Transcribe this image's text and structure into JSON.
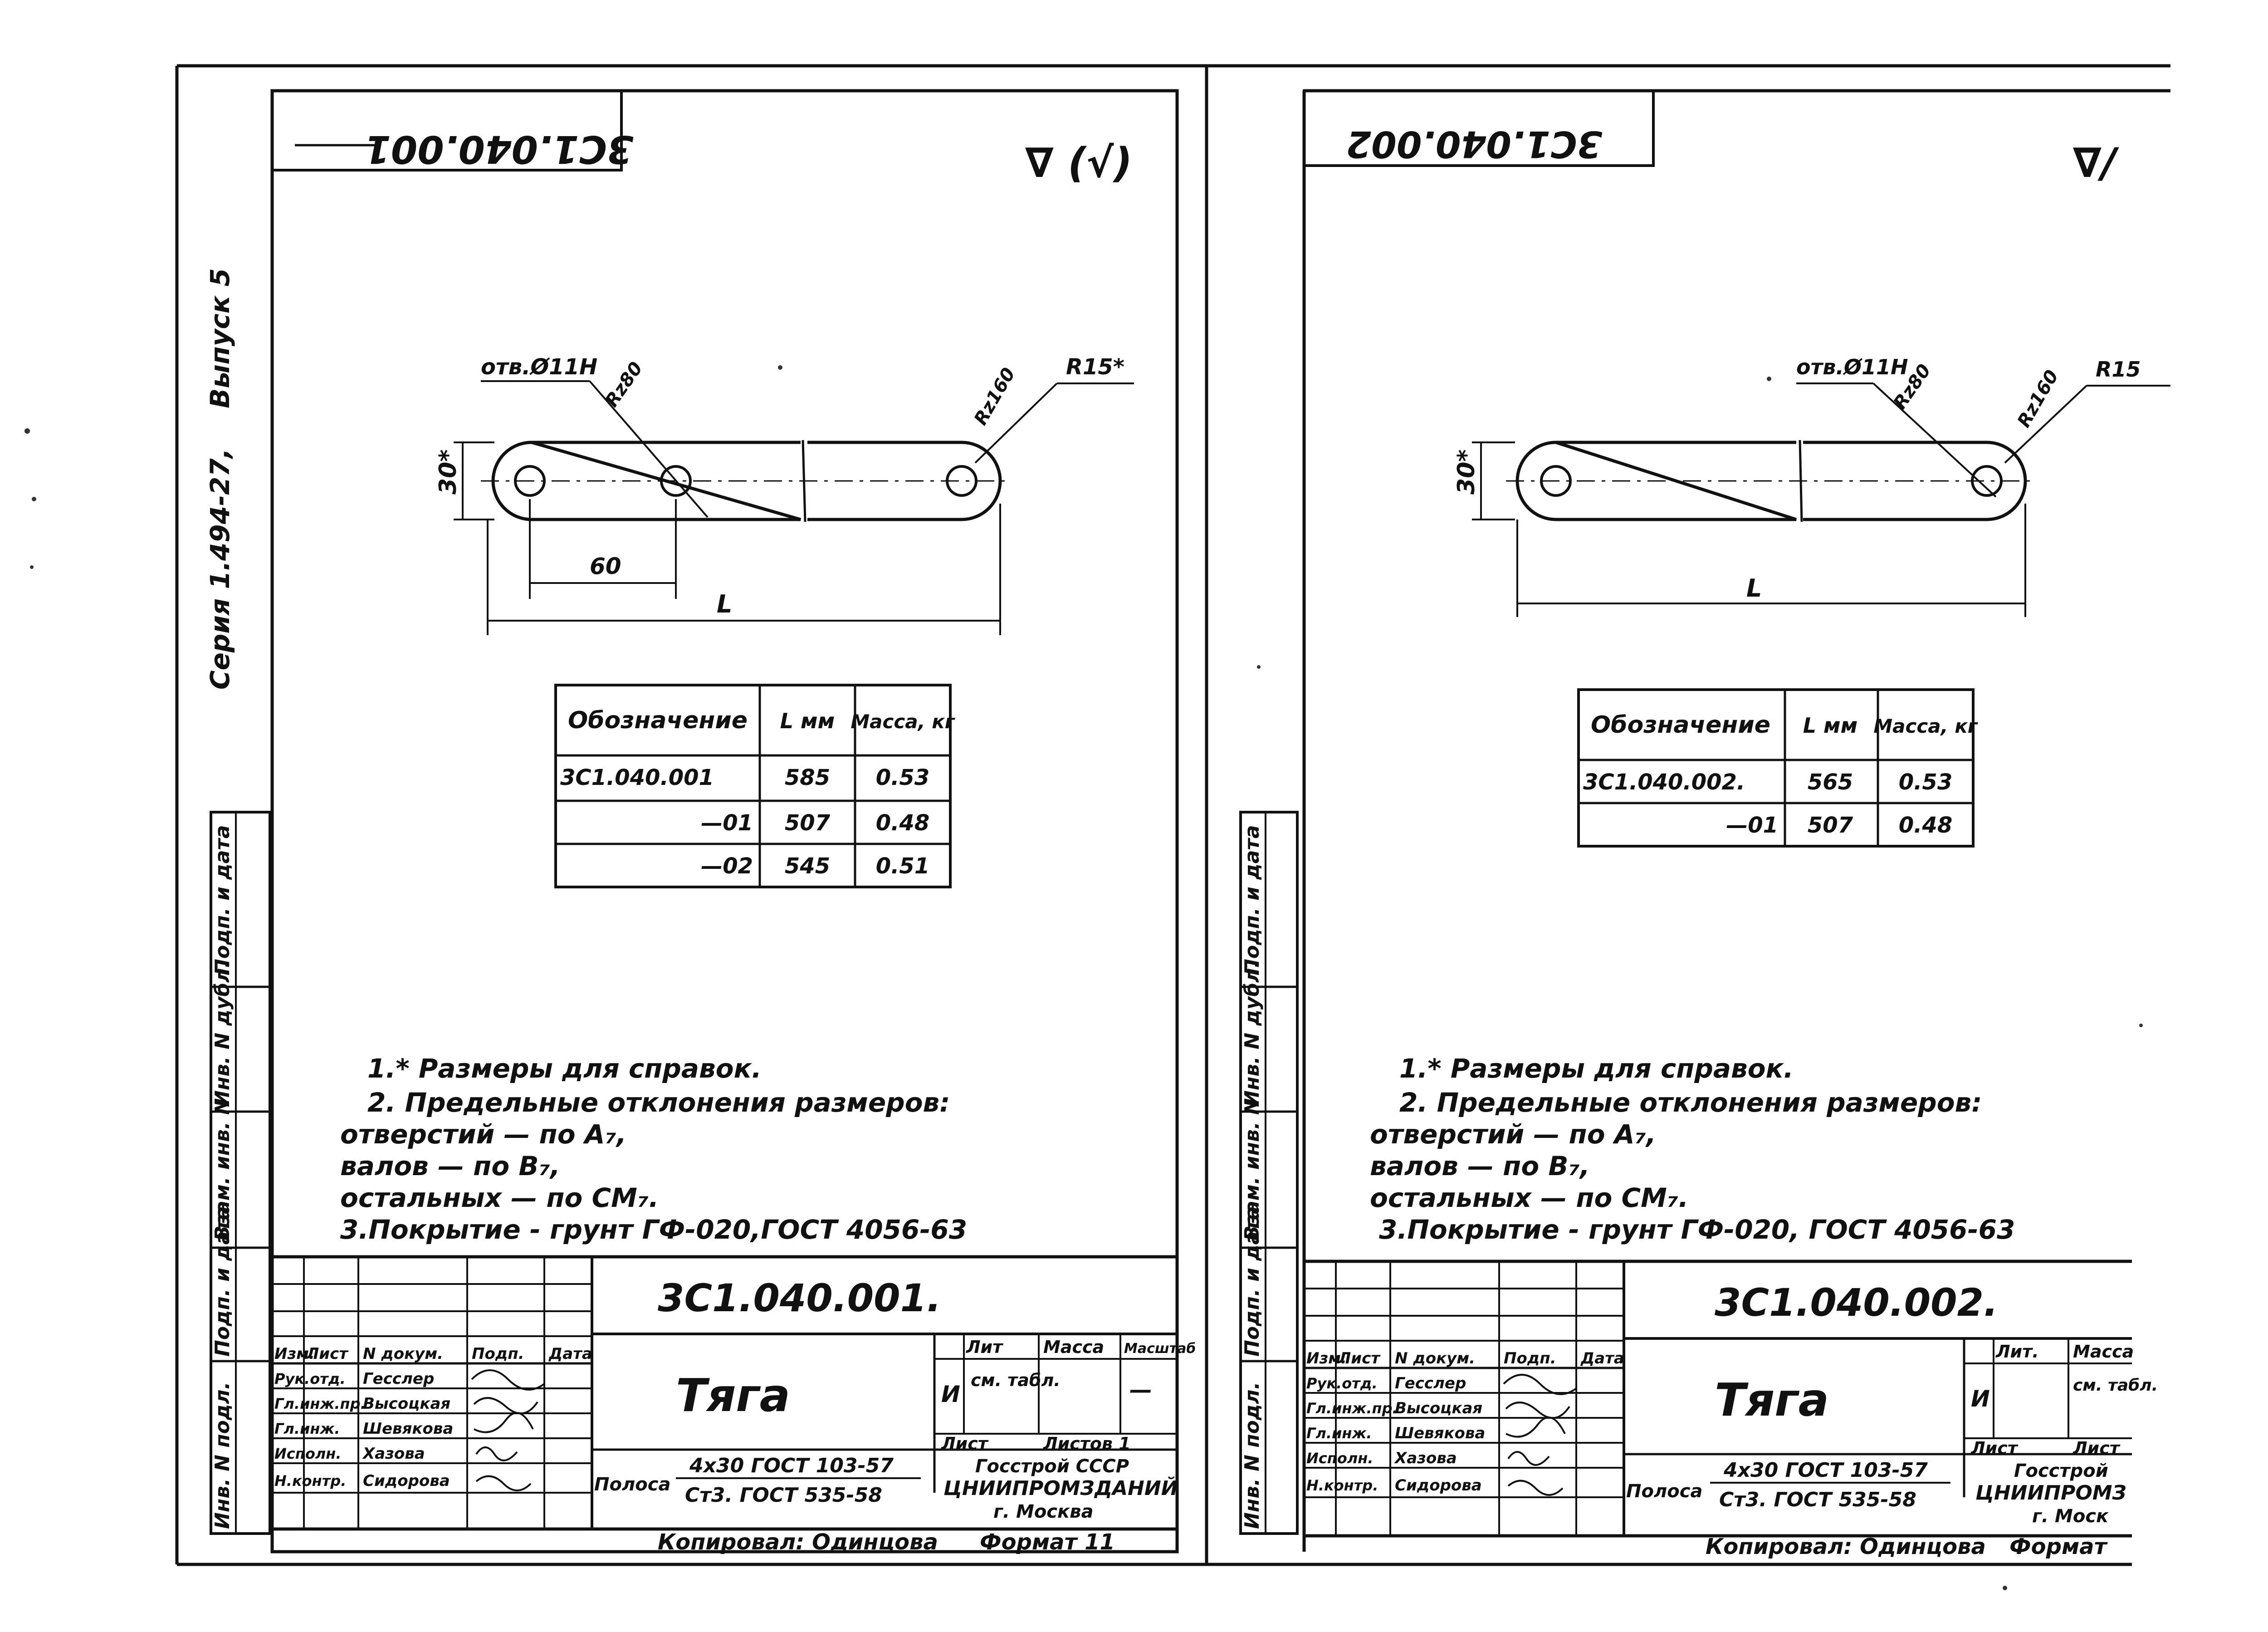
{
  "series_note": "Серия 1.494-27,",
  "issue": "Выпуск 5",
  "side_stamps": {
    "podp_data": "Подп. и дата",
    "inv_podl": "Инв. N дубл.",
    "vzam_inv": "Взам. инв. N",
    "podp_data_2": "Подп. и дата",
    "inv_podl_2": "Инв. N подл."
  },
  "sheets": [
    {
      "code_rotated": "3С1.040.001",
      "roughness": "∇ (√)",
      "part": {
        "hole_label": "отв.Ø11Н",
        "rz_hole": "Rz80",
        "rz_end": "Rz160",
        "radius": "R15*",
        "dim_height": "30*",
        "dim_60": "60",
        "dim_L": "L"
      },
      "table": {
        "headers": [
          "Обозначение",
          "L мм",
          "Масса, кг"
        ],
        "rows": [
          [
            "3С1.040.001",
            "585",
            "0.53"
          ],
          [
            "—01",
            "507",
            "0.48"
          ],
          [
            "—02",
            "545",
            "0.51"
          ]
        ]
      },
      "notes": [
        "1.* Размеры для справок.",
        "2. Предельные отклонения размеров:",
        "отверстий — по А₇,",
        "валов — по В₇,",
        "остальных — по СМ₇.",
        "3.Покрытие - грунт ГФ-020,ГОСТ 4056-63"
      ],
      "title_block": {
        "designation": "3С1.040.001.",
        "name": "Тяга",
        "material_1": "4х30 ГОСТ 103-57",
        "material_2": "Ст3. ГОСТ 535-58",
        "material_label": "Полоса",
        "lit_header": "Лит",
        "mass_header": "Масса",
        "scale_header": "Масштаб",
        "lit_value": "И",
        "mass_value": "см. табл.",
        "scale_value": "—",
        "sheet_label": "Лист",
        "sheets_label": "Листов 1",
        "org_1": "Госстрой СССР",
        "org_2": "ЦНИИПРОМЗДАНИЙ",
        "org_3": "г. Москва",
        "roles": [
          "Рук.отд.",
          "Гл.инж.пр.",
          "Гл.инж.",
          "Исполн.",
          "Н.контр."
        ],
        "names": [
          "Гесслер",
          "Высоцкая",
          "Шевякова",
          "Хазова",
          "Сидорова"
        ],
        "col_headers": [
          "Изм.",
          "Лист",
          "N докум.",
          "Подп.",
          "Дата"
        ],
        "copied": "Копировал: Одинцова",
        "format": "Формат 11"
      }
    },
    {
      "code_rotated": "3С1.040.002",
      "roughness": "∇/",
      "part": {
        "hole_label": "отв.Ø11Н",
        "rz_hole": "Rz80",
        "rz_end": "Rz160",
        "radius": "R15",
        "dim_height": "30*",
        "dim_L": "L"
      },
      "table": {
        "headers": [
          "Обозначение",
          "L мм",
          "Масса, кг"
        ],
        "rows": [
          [
            "3С1.040.002.",
            "565",
            "0.53"
          ],
          [
            "—01",
            "507",
            "0.48"
          ]
        ]
      },
      "notes": [
        "1.* Размеры для справок.",
        "2. Предельные отклонения размеров:",
        "отверстий — по А₇,",
        "валов — по В₇,",
        "остальных — по СМ₇.",
        "3.Покрытие - грунт ГФ-020, ГОСТ 4056-63"
      ],
      "title_block": {
        "designation": "3С1.040.002.",
        "name": "Тяга",
        "material_1": "4х30 ГОСТ 103-57",
        "material_2": "Ст3. ГОСТ 535-58",
        "material_label": "Полоса",
        "lit_header": "Лит.",
        "mass_header": "Масса",
        "lit_value": "И",
        "mass_value": "см. табл.",
        "sheet_label": "Лист",
        "sheets_label": "Лист",
        "org_1": "Госстрой",
        "org_2": "ЦНИИПРОМЗ",
        "org_3": "г. Моск",
        "roles": [
          "Рук.отд.",
          "Гл.инж.пр.",
          "Гл.инж.",
          "Исполн.",
          "Н.контр."
        ],
        "names": [
          "Гесслер",
          "Высоцкая",
          "Шевякова",
          "Хазова",
          "Сидорова"
        ],
        "col_headers": [
          "Изм.",
          "Лист",
          "N докум.",
          "Подп.",
          "Дата"
        ],
        "copied": "Копировал: Одинцова",
        "format": "Формат"
      }
    }
  ]
}
